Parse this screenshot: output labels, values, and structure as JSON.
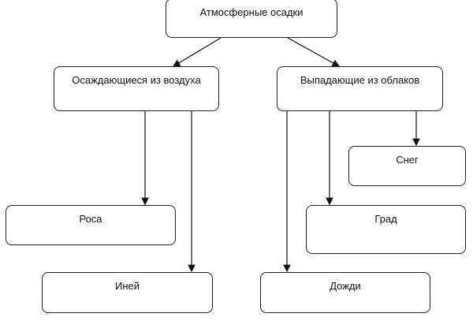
{
  "nodes": {
    "root": "Атмосферные осадки",
    "air": "Осаждающиеся из воздуха",
    "clouds": "Выпадающие из облаков",
    "snow": "Снег",
    "dew": "Роса",
    "hail": "Град",
    "frost": "Иней",
    "rain": "Дожди"
  }
}
